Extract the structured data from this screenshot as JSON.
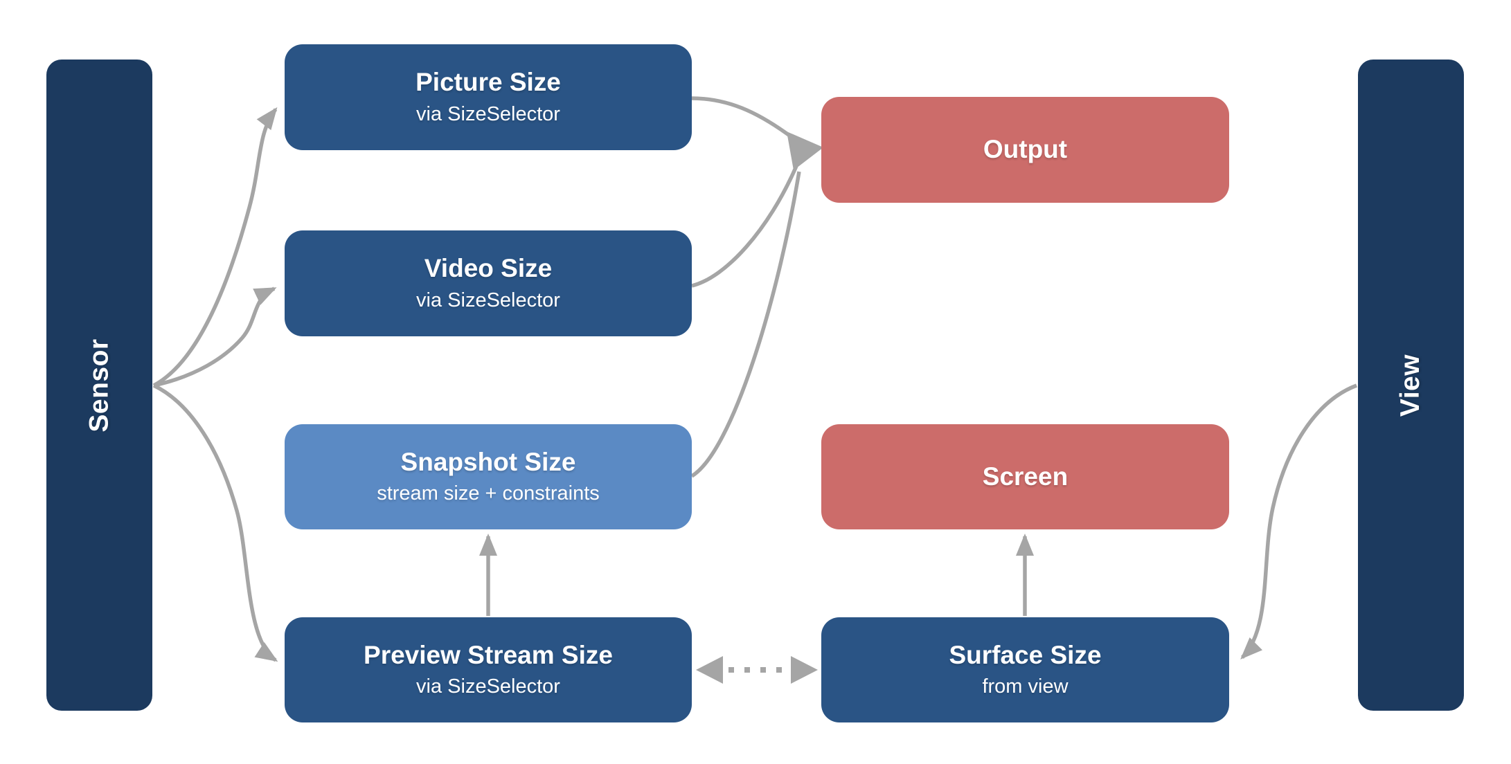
{
  "colors": {
    "navy": "#1C3A5F",
    "blue": "#2A5485",
    "light-blue": "#5B8AC4",
    "salmon": "#CC6C6A",
    "arrow-gray": "#A5A5A5",
    "background": "#FFFFFF",
    "text": "#FFFFFF"
  },
  "bars": {
    "sensor": {
      "label": "Sensor"
    },
    "view": {
      "label": "View"
    }
  },
  "nodes": {
    "picture": {
      "title": "Picture Size",
      "subtitle": "via SizeSelector"
    },
    "video": {
      "title": "Video Size",
      "subtitle": "via SizeSelector"
    },
    "snapshot": {
      "title": "Snapshot Size",
      "subtitle": "stream size + constraints"
    },
    "preview": {
      "title": "Preview Stream Size",
      "subtitle": "via SizeSelector"
    },
    "output": {
      "title": "Output"
    },
    "screen": {
      "title": "Screen"
    },
    "surface": {
      "title": "Surface Size",
      "subtitle": "from view"
    }
  },
  "edges": [
    {
      "from": "Sensor",
      "to": "Picture Size",
      "style": "solid",
      "arrow": "end"
    },
    {
      "from": "Sensor",
      "to": "Video Size",
      "style": "solid",
      "arrow": "end"
    },
    {
      "from": "Sensor",
      "to": "Preview Stream Size",
      "style": "solid",
      "arrow": "end"
    },
    {
      "from": "Picture Size",
      "to": "Output",
      "style": "solid",
      "arrow": "end"
    },
    {
      "from": "Video Size",
      "to": "Output",
      "style": "solid",
      "arrow": "end"
    },
    {
      "from": "Snapshot Size",
      "to": "Output",
      "style": "solid",
      "arrow": "end"
    },
    {
      "from": "Preview Stream Size",
      "to": "Snapshot Size",
      "style": "solid",
      "arrow": "end"
    },
    {
      "from": "Surface Size",
      "to": "Screen",
      "style": "solid",
      "arrow": "end"
    },
    {
      "from": "Preview Stream Size",
      "to": "Surface Size",
      "style": "dotted",
      "arrow": "both"
    },
    {
      "from": "View",
      "to": "Surface Size",
      "style": "solid",
      "arrow": "end"
    }
  ]
}
